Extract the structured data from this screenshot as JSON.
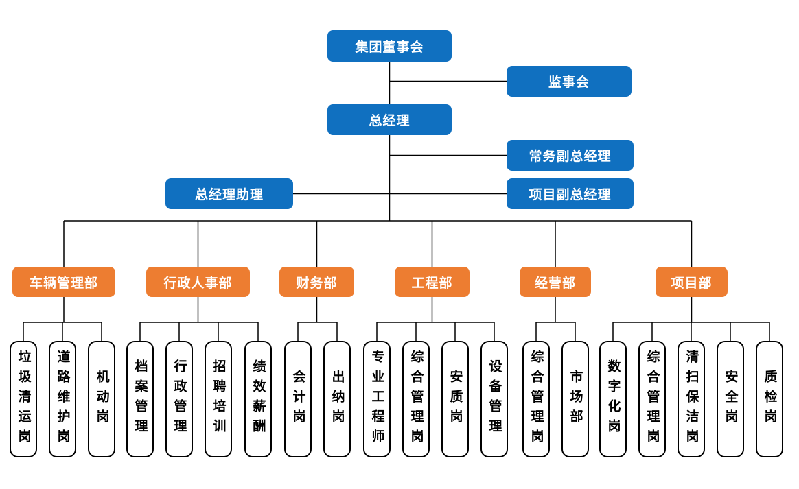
{
  "chart": {
    "type": "org-chart",
    "executives": {
      "board": "集团董事会",
      "supervisory": "监事会",
      "general_manager": "总经理",
      "executive_deputy_gm": "常务副总经理",
      "gm_assistant": "总经理助理",
      "project_deputy_gm": "项目副总经理"
    },
    "departments": [
      {
        "label": "车辆管理部",
        "posts": [
          "垃圾清运岗",
          "道路维护岗",
          "机动岗"
        ]
      },
      {
        "label": "行政人事部",
        "posts": [
          "档案管理",
          "行政管理",
          "招聘培训",
          "绩效薪酬"
        ]
      },
      {
        "label": "财务部",
        "posts": [
          "会计岗",
          "出纳岗"
        ]
      },
      {
        "label": "工程部",
        "posts": [
          "专业工程师",
          "综合管理岗",
          "安质岗",
          "设备管理"
        ]
      },
      {
        "label": "经营部",
        "posts": [
          "综合管理岗",
          "市场部"
        ]
      },
      {
        "label": "项目部",
        "posts": [
          "数字化岗",
          "综合管理岗",
          "清扫保洁岗",
          "安全岗",
          "质检岗"
        ]
      }
    ],
    "colors": {
      "executive_box": "#1070C0",
      "department_box": "#ED7D31",
      "post_border": "#000000",
      "connector_line": "#000000"
    }
  }
}
